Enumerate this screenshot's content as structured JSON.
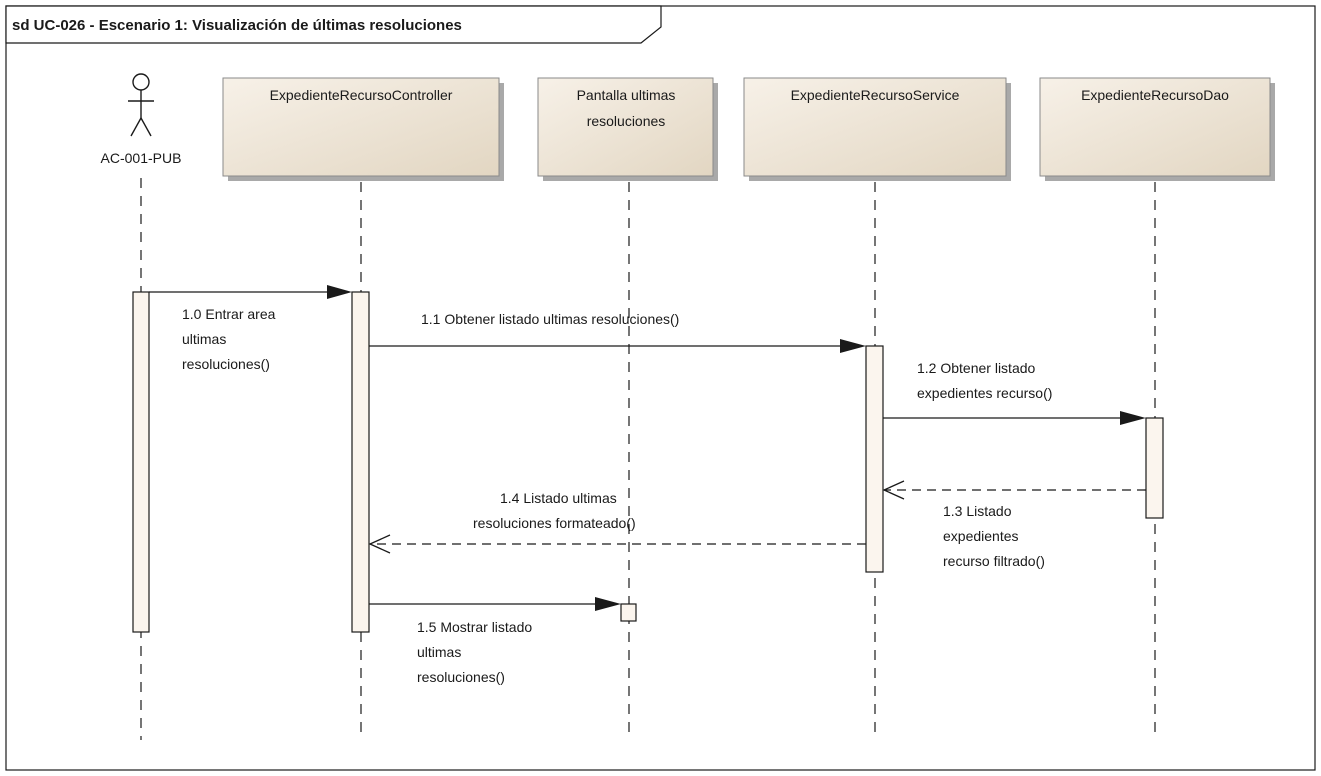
{
  "frame": {
    "title": "sd UC-026 - Escenario 1: Visualización de últimas resoluciones"
  },
  "actor": {
    "name": "AC-001-PUB"
  },
  "lifelines": [
    {
      "id": "controller",
      "label": [
        "ExpedienteRecursoController"
      ]
    },
    {
      "id": "pantalla",
      "label": [
        "Pantalla ultimas",
        "resoluciones"
      ]
    },
    {
      "id": "service",
      "label": [
        "ExpedienteRecursoService"
      ]
    },
    {
      "id": "dao",
      "label": [
        "ExpedienteRecursoDao"
      ]
    }
  ],
  "messages": [
    {
      "id": "m10",
      "kind": "call",
      "label": [
        "1.0 Entrar area",
        "ultimas",
        "resoluciones()"
      ]
    },
    {
      "id": "m11",
      "kind": "call",
      "label": [
        "1.1 Obtener listado ultimas resoluciones()"
      ]
    },
    {
      "id": "m12",
      "kind": "call",
      "label": [
        "1.2 Obtener listado",
        "expedientes recurso()"
      ]
    },
    {
      "id": "m13",
      "kind": "return",
      "label": [
        "1.3 Listado",
        "expedientes",
        "recurso filtrado()"
      ]
    },
    {
      "id": "m14",
      "kind": "return",
      "label": [
        "1.4 Listado ultimas",
        "resoluciones formateado()"
      ]
    },
    {
      "id": "m15",
      "kind": "call",
      "label": [
        "1.5 Mostrar listado",
        "ultimas",
        "resoluciones()"
      ]
    }
  ],
  "colors": {
    "box_fill": "#ede4d6",
    "activation_fill": "#fbf5ee",
    "line": "#1a1a1a",
    "shadow": "#a9a9a9"
  }
}
